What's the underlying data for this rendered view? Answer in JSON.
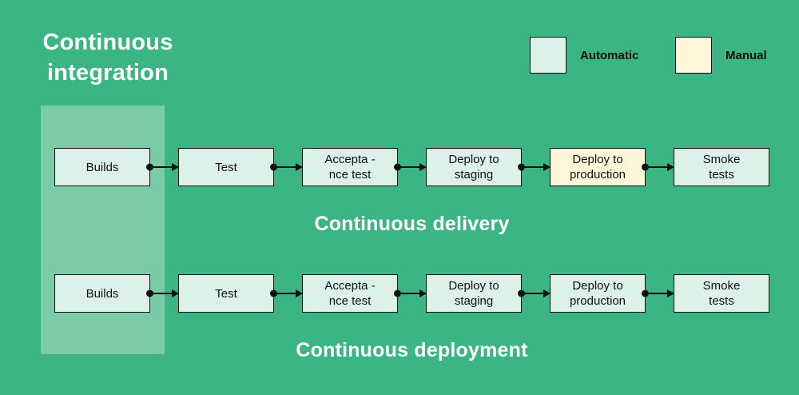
{
  "colors": {
    "background": "#3bb583",
    "band": "#7acba6",
    "automatic": "#dcf1e8",
    "manual": "#fdf6d8",
    "stroke": "#111111",
    "heading": "#ffffff"
  },
  "title": {
    "text": "Continuous\nintegration"
  },
  "legend": {
    "items": [
      {
        "label": "Automatic",
        "mode": "automatic"
      },
      {
        "label": "Manual",
        "mode": "manual"
      }
    ]
  },
  "rows": [
    {
      "label": "Continuous delivery",
      "steps": [
        {
          "text": "Builds",
          "mode": "automatic"
        },
        {
          "text": "Test",
          "mode": "automatic"
        },
        {
          "text": "Accepta -\nnce test",
          "mode": "automatic"
        },
        {
          "text": "Deploy to\nstaging",
          "mode": "automatic"
        },
        {
          "text": "Deploy to\nproduction",
          "mode": "manual"
        },
        {
          "text": "Smoke\ntests",
          "mode": "automatic"
        }
      ]
    },
    {
      "label": "Continuous deployment",
      "steps": [
        {
          "text": "Builds",
          "mode": "automatic"
        },
        {
          "text": "Test",
          "mode": "automatic"
        },
        {
          "text": "Accepta -\nnce test",
          "mode": "automatic"
        },
        {
          "text": "Deploy to\nstaging",
          "mode": "automatic"
        },
        {
          "text": "Deploy to\nproduction",
          "mode": "automatic"
        },
        {
          "text": "Smoke\ntests",
          "mode": "automatic"
        }
      ]
    }
  ]
}
